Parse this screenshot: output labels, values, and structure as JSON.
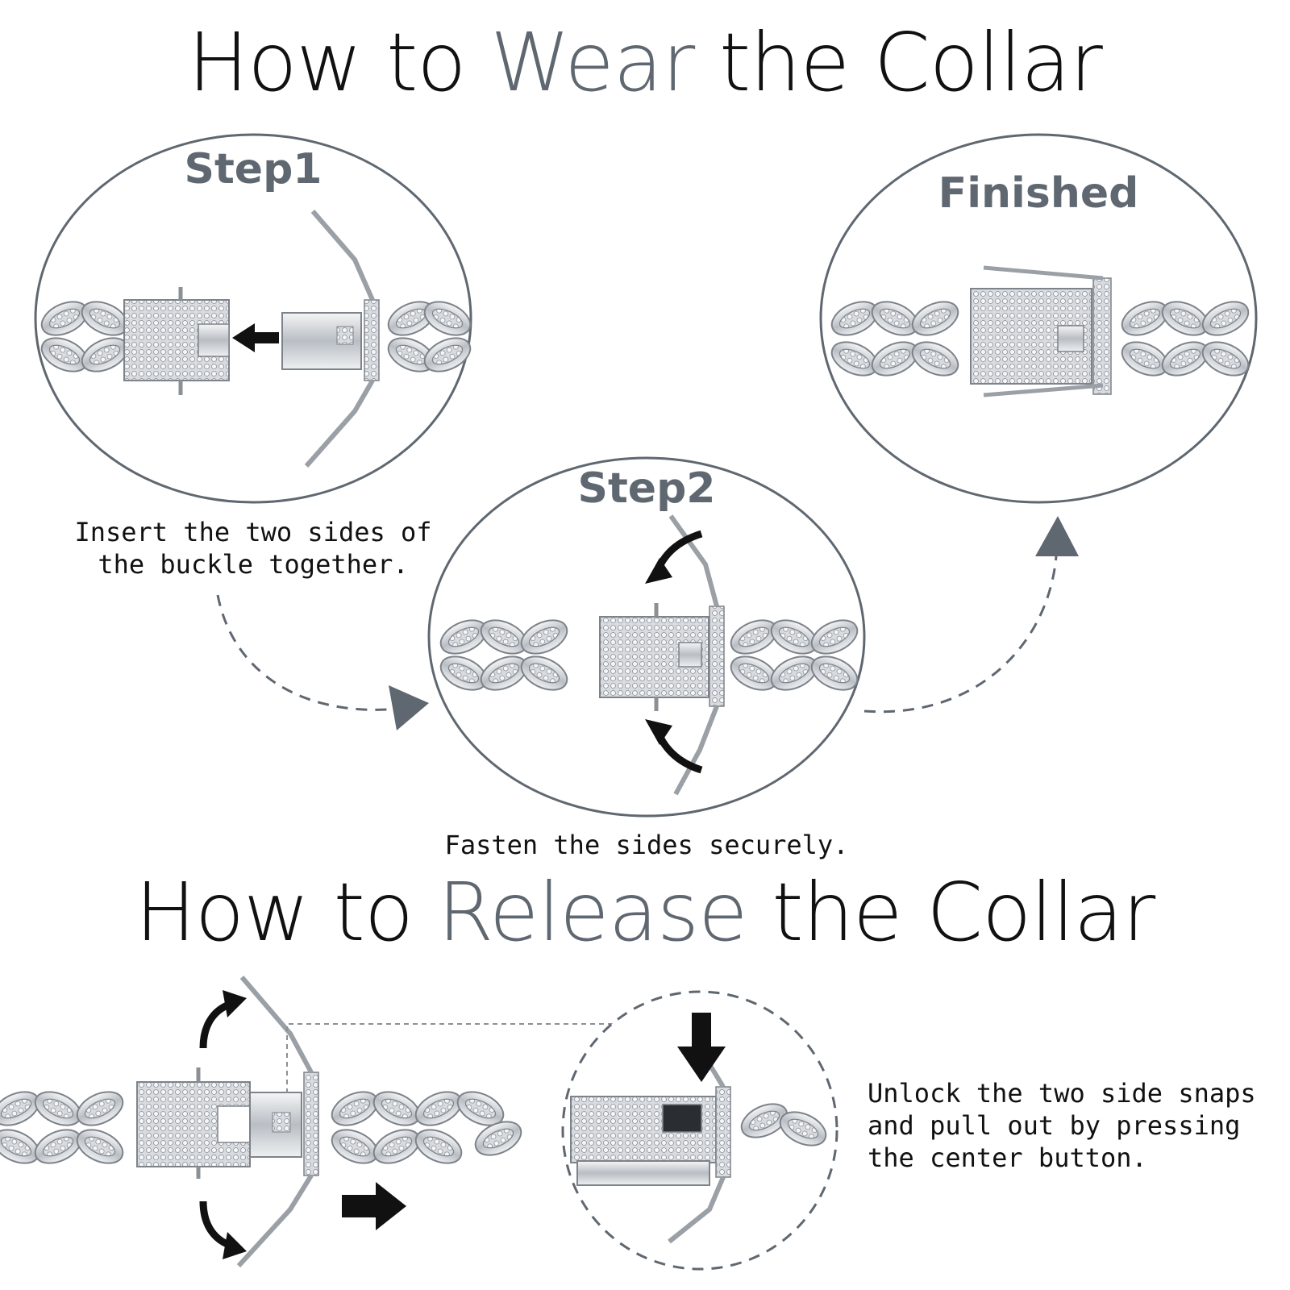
{
  "wear_heading": {
    "pre": "How to ",
    "accent": "Wear",
    "post": " the Collar"
  },
  "steps": {
    "step1": {
      "label": "Step1",
      "caption_line1": "Insert the two sides of",
      "caption_line2": "the buckle together."
    },
    "step2": {
      "label": "Step2",
      "caption": "Fasten the sides securely."
    },
    "finished": {
      "label": "Finished"
    }
  },
  "release_heading": {
    "pre": "How to ",
    "accent": "Release",
    "post": " the Collar"
  },
  "release": {
    "line1": "Unlock the two side snaps",
    "line2": "and pull out by pressing",
    "line3": "the center button."
  },
  "colors": {
    "accent_gray": "#5f6770",
    "text": "#111111",
    "metal": "#c9cdd2"
  }
}
